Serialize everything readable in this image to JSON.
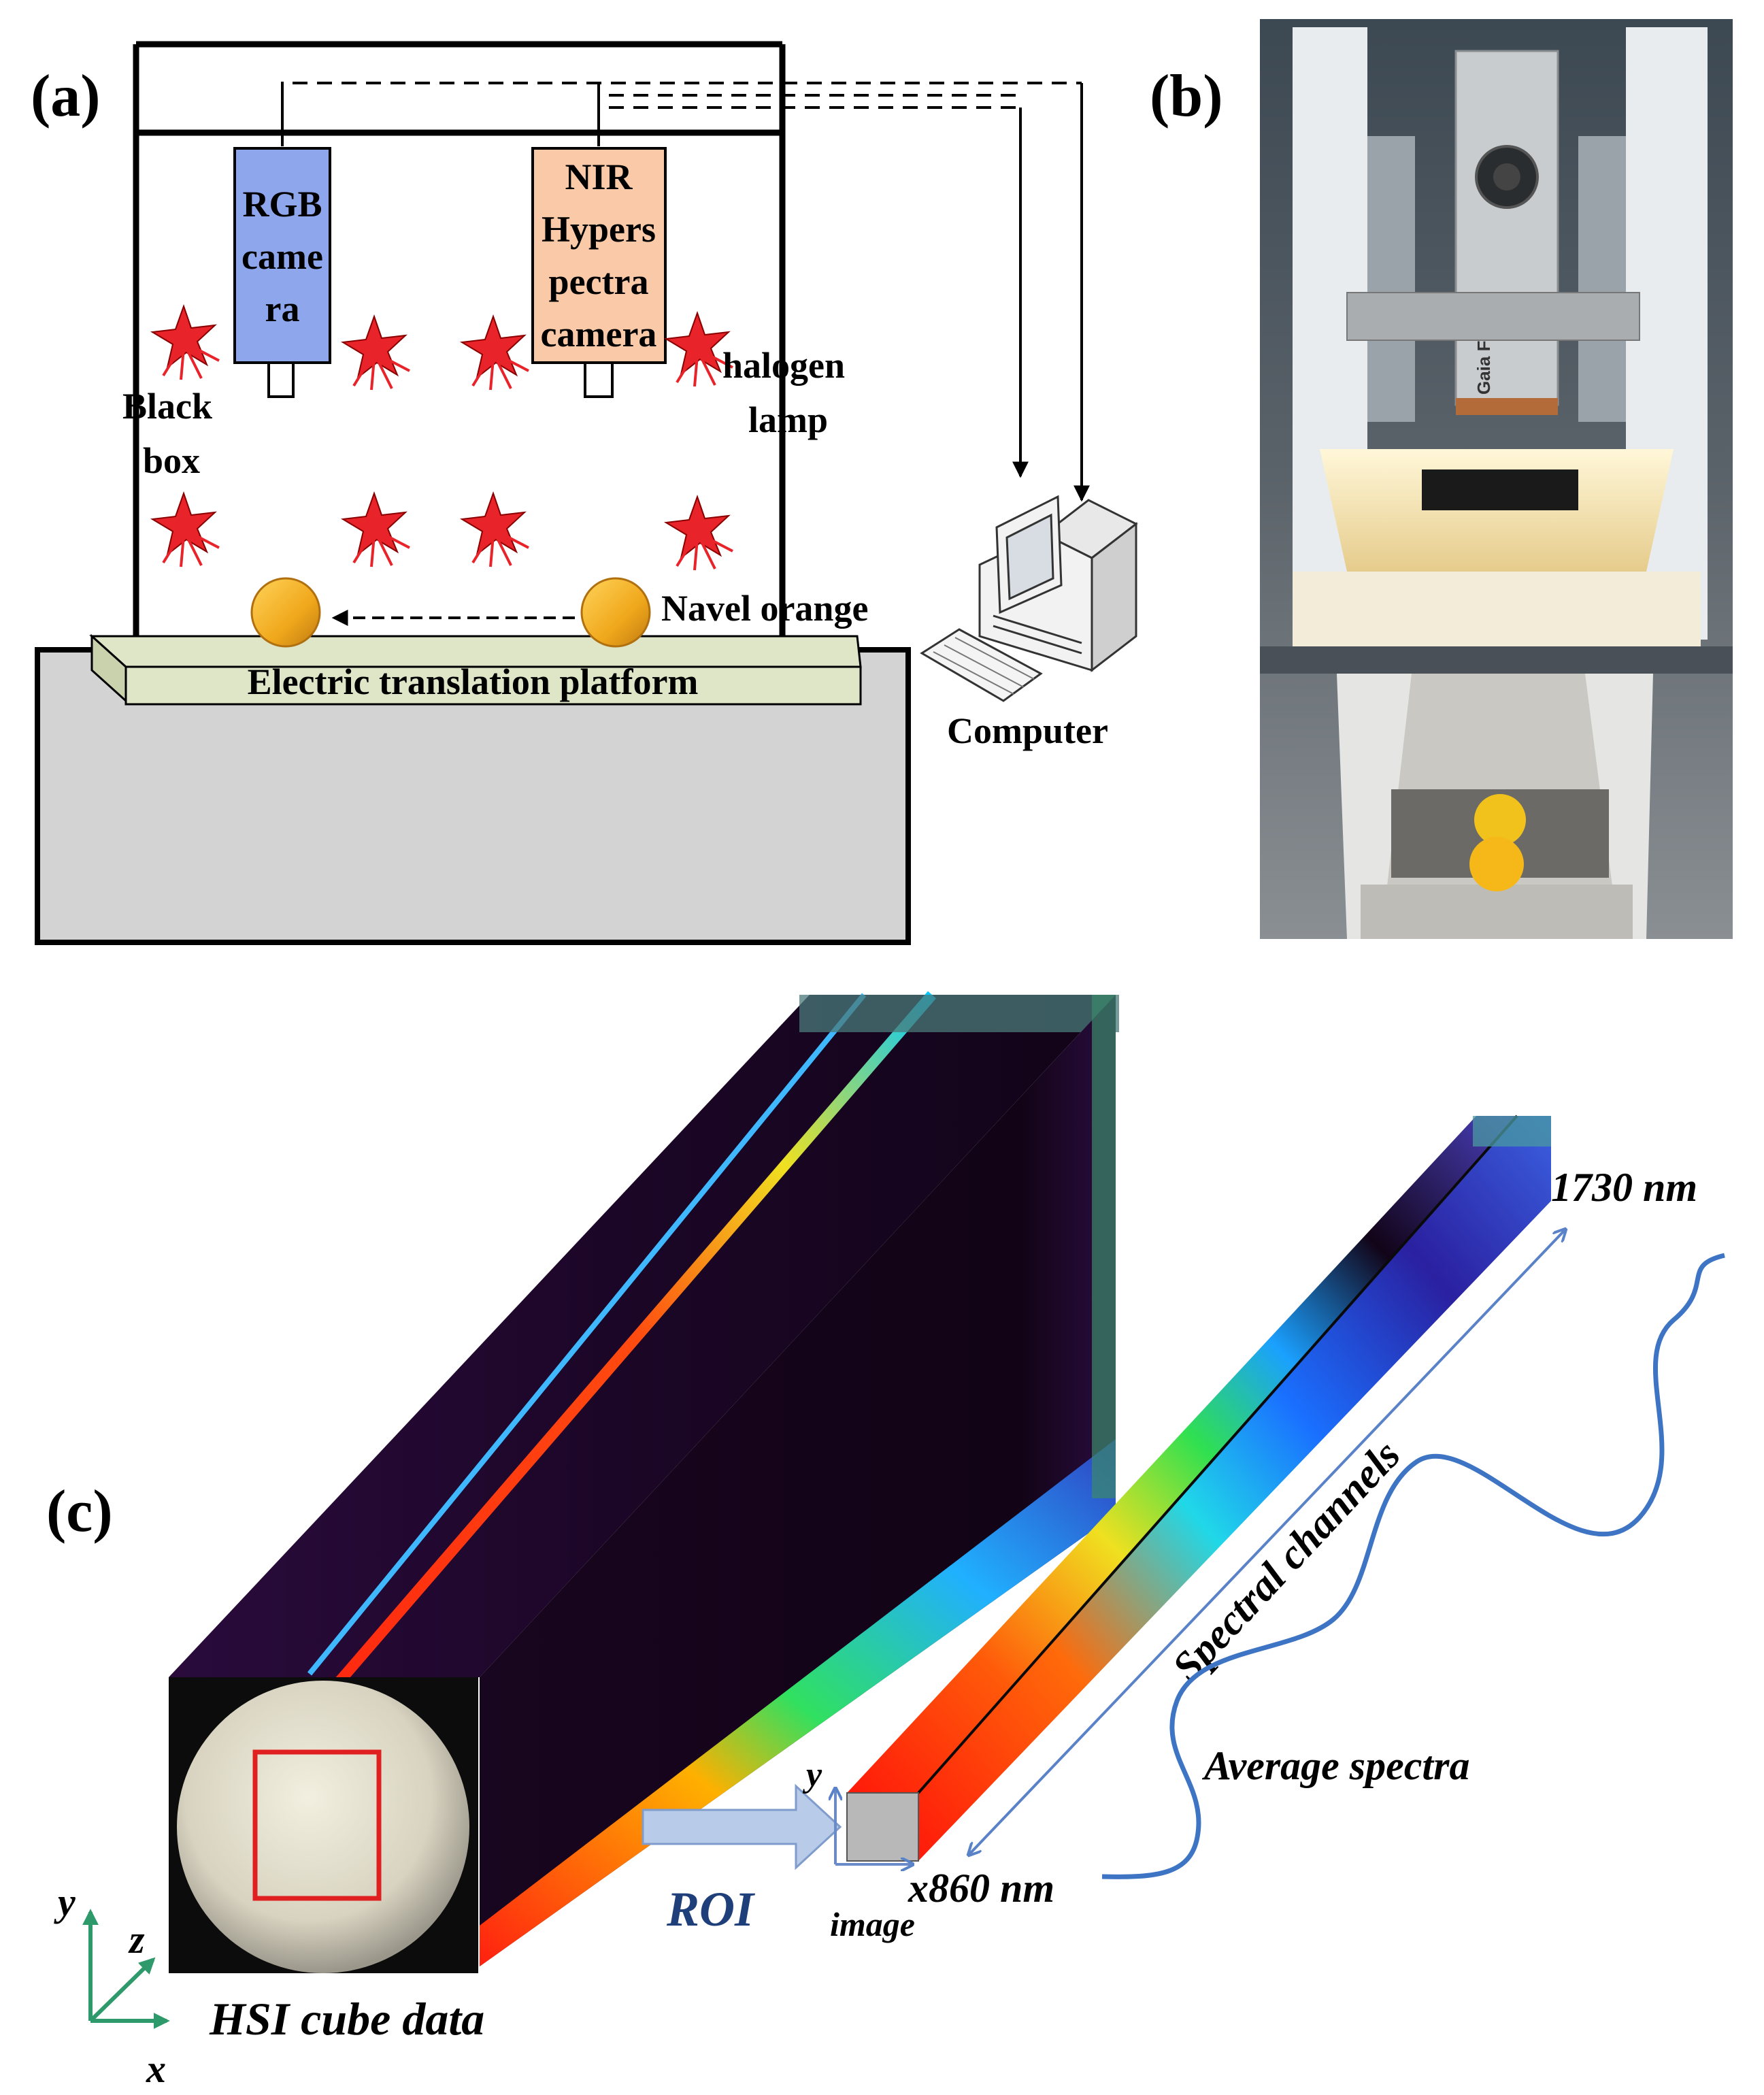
{
  "panel_a": {
    "label": "(a)",
    "rgb_camera": [
      "RGB",
      "came",
      "ra"
    ],
    "nir_camera": [
      "NIR",
      "Hypers",
      "pectra",
      "camera"
    ],
    "halogen_lamp": [
      "halogen",
      "lamp"
    ],
    "black_box": [
      "Black",
      "box"
    ],
    "navel_orange": "Navel orange",
    "platform": "Electric translation platform",
    "computer": "Computer"
  },
  "panel_b": {
    "label": "(b)",
    "camera_brand": "Gaia Field"
  },
  "panel_c": {
    "label": "(c)",
    "hsi_cube": "HSI cube data",
    "roi": "ROI",
    "image": "image",
    "wavelength_start": "x860 nm",
    "wavelength_end": "1730 nm",
    "spectral_channels": "Spectral channels",
    "average_spectra": "Average spectra",
    "axis_x": "x",
    "axis_y": "y",
    "axis_z": "z",
    "roi_axis_y": "y"
  },
  "colors": {
    "rgb_box": "#8ea6ec",
    "nir_box": "#f9c9a8",
    "lamp": "#e8232a",
    "orange": "#f0a81c",
    "platform": "#dfe6c8",
    "table": "#d3d3d3",
    "roi_box": "#e02020",
    "axis_green": "#2e9a6b",
    "spectra_blue": "#3d74c4",
    "cube_dark": "#1b0626"
  }
}
